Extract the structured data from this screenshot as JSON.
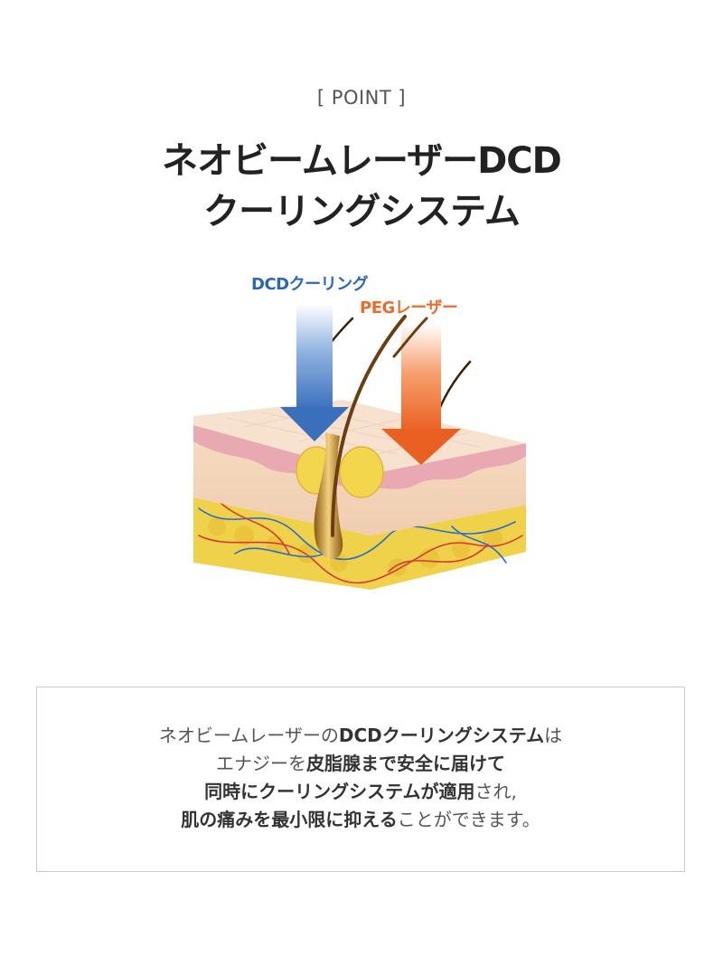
{
  "header": {
    "tag": "[ POINT ]",
    "title_line1": "ネオビームレーザーDCD",
    "title_line2": "クーリングシステム"
  },
  "diagram": {
    "label_cooling": "DCDクーリング",
    "label_laser": "PEGレーザー",
    "colors": {
      "cooling": "#2a67b7",
      "laser": "#ec6b2a",
      "skin_top": "#f7e2cf",
      "fat": "#f0d24a",
      "hair": "#b07d2a"
    }
  },
  "description": {
    "line1_a": "ネオビームレーザーの",
    "line1_b": "DCDクーリングシステム",
    "line1_c": "は",
    "line2_a": "エナジーを",
    "line2_b": "皮脂腺まで安全に届けて",
    "line3_a": "同時にクーリングシステムが適用",
    "line3_b": "され,",
    "line4_a": "肌の痛みを最小限に抑える",
    "line4_b": "ことができます。"
  }
}
